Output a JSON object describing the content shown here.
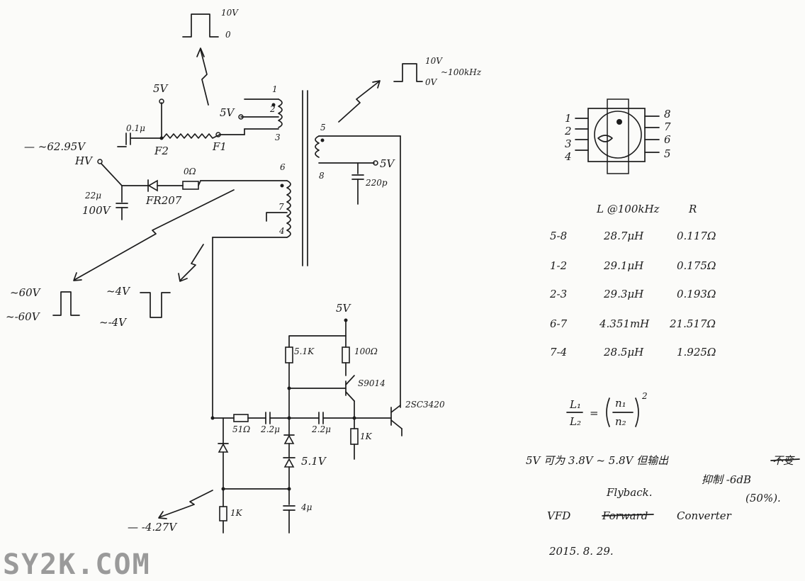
{
  "watermark": "SY2K.COM",
  "date": "2015. 8. 29.",
  "colors": {
    "ink": "#1c1c1c",
    "paper": "#fbfbf9",
    "watermark": "#9a9a9a"
  },
  "labels": {
    "w1_high": "10V",
    "w1_low": "0",
    "w2_high": "10V",
    "w2_low": "0V",
    "w2_freq": "~100kHz",
    "v5_left": "5V",
    "v5_pin": "5V",
    "v5_sec": "5V",
    "v5_bottom": "5V",
    "cap01": "0.1μ",
    "f2": "F2",
    "f1": "F1",
    "hv_voltage": "— ~62.95V",
    "hv": "HV",
    "diode_fr": "FR207",
    "res_0r": "0Ω",
    "cap22u": "22μ",
    "cap22u_v": "100V",
    "cap220p": "220p",
    "pin1": "1",
    "pin2": "2",
    "pin3": "3",
    "pin4": "4",
    "pin5": "5",
    "pin6": "6",
    "pin7": "7",
    "pin8": "8",
    "w3_high": "~60V",
    "w3_low": "~-60V",
    "w4_high": "~4V",
    "w4_low": "~-4V",
    "r51k": "5.1K",
    "r100": "100Ω",
    "q_s9014": "S9014",
    "q_2sc": "2SC3420",
    "r51r": "51Ω",
    "c22a": "2.2μ",
    "c22b": "2.2μ",
    "r1k_a": "1K",
    "zener": "5.1V",
    "c4u": "4μ",
    "r1k_b": "1K",
    "out_neg": "— -4.27V"
  },
  "ic_pins": {
    "left": [
      "1",
      "2",
      "3",
      "4"
    ],
    "right": [
      "8",
      "7",
      "6",
      "5"
    ]
  },
  "table": {
    "header_l": "L @100kHz",
    "header_r": "R",
    "rows": [
      {
        "pins": "5-8",
        "l": "28.7μH",
        "r": "0.117Ω"
      },
      {
        "pins": "1-2",
        "l": "29.1μH",
        "r": "0.175Ω"
      },
      {
        "pins": "2-3",
        "l": "29.3μH",
        "r": "0.193Ω"
      },
      {
        "pins": "6-7",
        "l": "4.351mH",
        "r": "21.517Ω"
      },
      {
        "pins": "7-4",
        "l": "28.5μH",
        "r": "1.925Ω"
      }
    ]
  },
  "formula": {
    "l1": "L₁",
    "l2": "L₂",
    "eq": "=",
    "n1": "n₁",
    "n2": "n₂",
    "exp": "2"
  },
  "notes": {
    "line1": "5V 可为 3.8V ~ 5.8V 但输出",
    "struck1": "不变",
    "line2": "抑制 -6dB",
    "line3": "(50%).",
    "flyback": "Flyback.",
    "vfd": "VFD",
    "forward": "Forward",
    "converter": "Converter"
  }
}
